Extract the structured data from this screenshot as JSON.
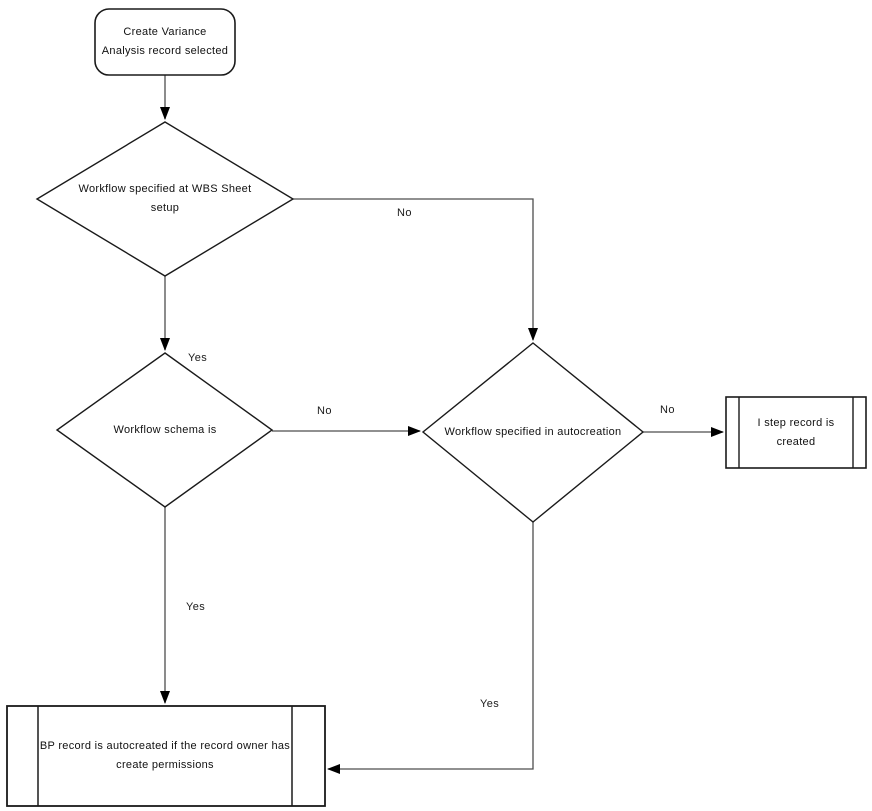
{
  "diagram": {
    "background_color": "#ffffff",
    "shape_border_color": "#1a1a1a",
    "connector_color": "#4d4d4d",
    "text_color": "#111111",
    "nodes": {
      "start": {
        "type": "terminator",
        "label": "Create Variance Analysis record selected"
      },
      "decision_wbs": {
        "type": "decision",
        "label": "Workflow specified at WBS Sheet setup"
      },
      "decision_schema": {
        "type": "decision",
        "label": "Workflow schema is"
      },
      "decision_autocreation": {
        "type": "decision",
        "label": "Workflow specified in autocreation"
      },
      "process_istep": {
        "type": "predefined-process",
        "label": "I step record is created"
      },
      "process_bp": {
        "type": "predefined-process",
        "label": "BP record is autocreated if the record owner has create permissions"
      }
    },
    "edges": {
      "wbs_to_autocreation": {
        "label": "No"
      },
      "wbs_to_schema": {
        "label": "Yes"
      },
      "schema_to_autocreation": {
        "label": "No"
      },
      "schema_to_bp": {
        "label": "Yes"
      },
      "autocreation_to_istep": {
        "label": "No"
      },
      "autocreation_to_bp": {
        "label": "Yes"
      }
    }
  }
}
